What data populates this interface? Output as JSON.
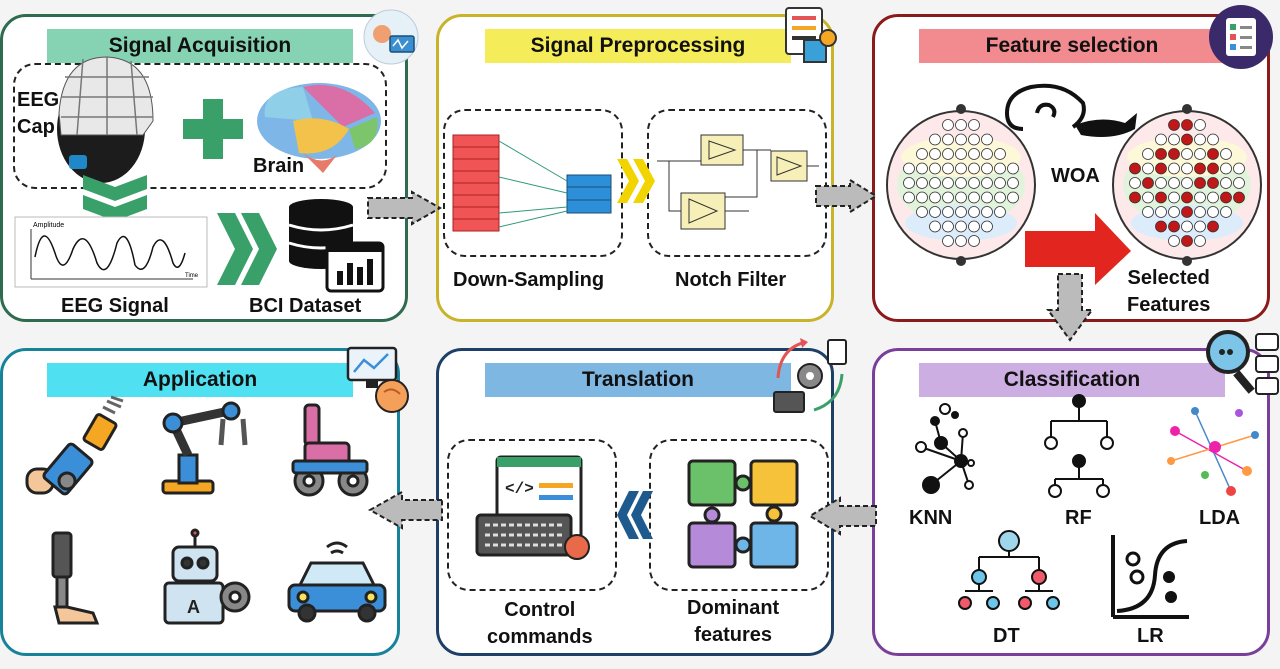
{
  "signal_acquisition": {
    "title": "Signal Acquisition",
    "eeg_cap": "EEG Cap",
    "brain": "Brain",
    "eeg_signal": "EEG Signal",
    "bci_dataset": "BCI Dataset",
    "plot_ylabel": "Amplitude",
    "plot_xlabel": "Time"
  },
  "signal_preprocessing": {
    "title": "Signal Preprocessing",
    "down_sampling": "Down-Sampling",
    "notch_filter": "Notch Filter"
  },
  "feature_selection": {
    "title": "Feature selection",
    "woa": "WOA",
    "selected_line1": "Selected",
    "selected_line2": "Features"
  },
  "classification": {
    "title": "Classification",
    "knn": "KNN",
    "rf": "RF",
    "lda": "LDA",
    "dt": "DT",
    "lr": "LR"
  },
  "translation": {
    "title": "Translation",
    "control_line1": "Control",
    "control_line2": "commands",
    "dominant_line1": "Dominant",
    "dominant_line2": "features"
  },
  "application": {
    "title": "Application",
    "items": [
      "prosthetic-arm-icon",
      "robotic-arm-icon",
      "wheelchair-icon",
      "prosthetic-leg-icon",
      "robot-icon",
      "car-icon"
    ]
  },
  "colors": {
    "acquisition": "#2e6b4f",
    "acquisition_title": "#86d3b4",
    "preprocessing": "#c9b32a",
    "preprocessing_title": "#f5ec5a",
    "feature": "#8b1a1a",
    "feature_title": "#f18b8f",
    "classification": "#7a3f9a",
    "classification_title": "#cdaee3",
    "translation": "#1e3f66",
    "translation_title": "#7fb7e3",
    "application": "#17839a",
    "application_title": "#4fe0f2"
  }
}
